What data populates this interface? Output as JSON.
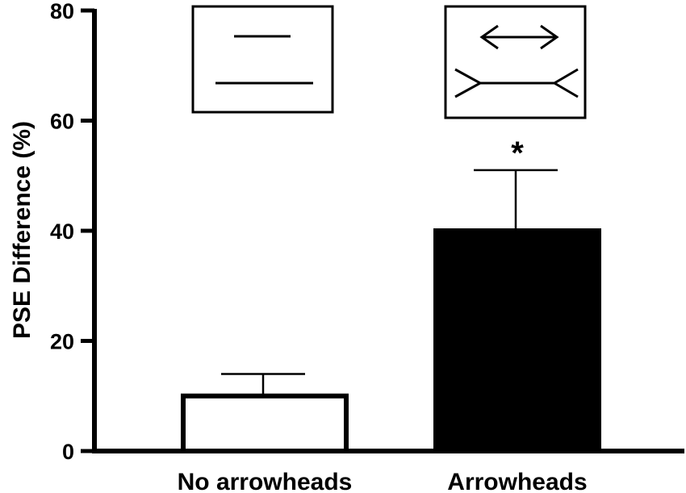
{
  "colors": {
    "axis": "#000000",
    "background": "#ffffff"
  },
  "chart_data": {
    "type": "bar",
    "title": "",
    "xlabel": "",
    "ylabel": "PSE Difference (%)",
    "ylim": [
      0,
      80
    ],
    "yticks": [
      "0",
      "20",
      "40",
      "60",
      "80"
    ],
    "grid": false,
    "categories": [
      "No arrowheads",
      "Arrowheads"
    ],
    "values": [
      10,
      40
    ],
    "error_upper": [
      14,
      51
    ],
    "bar_fills": [
      "#ffffff",
      "#000000"
    ],
    "significance": [
      "",
      "*"
    ],
    "inset_icons": [
      "two-parallel-lines-stimulus",
      "arrowheads-illusion-stimulus"
    ]
  }
}
